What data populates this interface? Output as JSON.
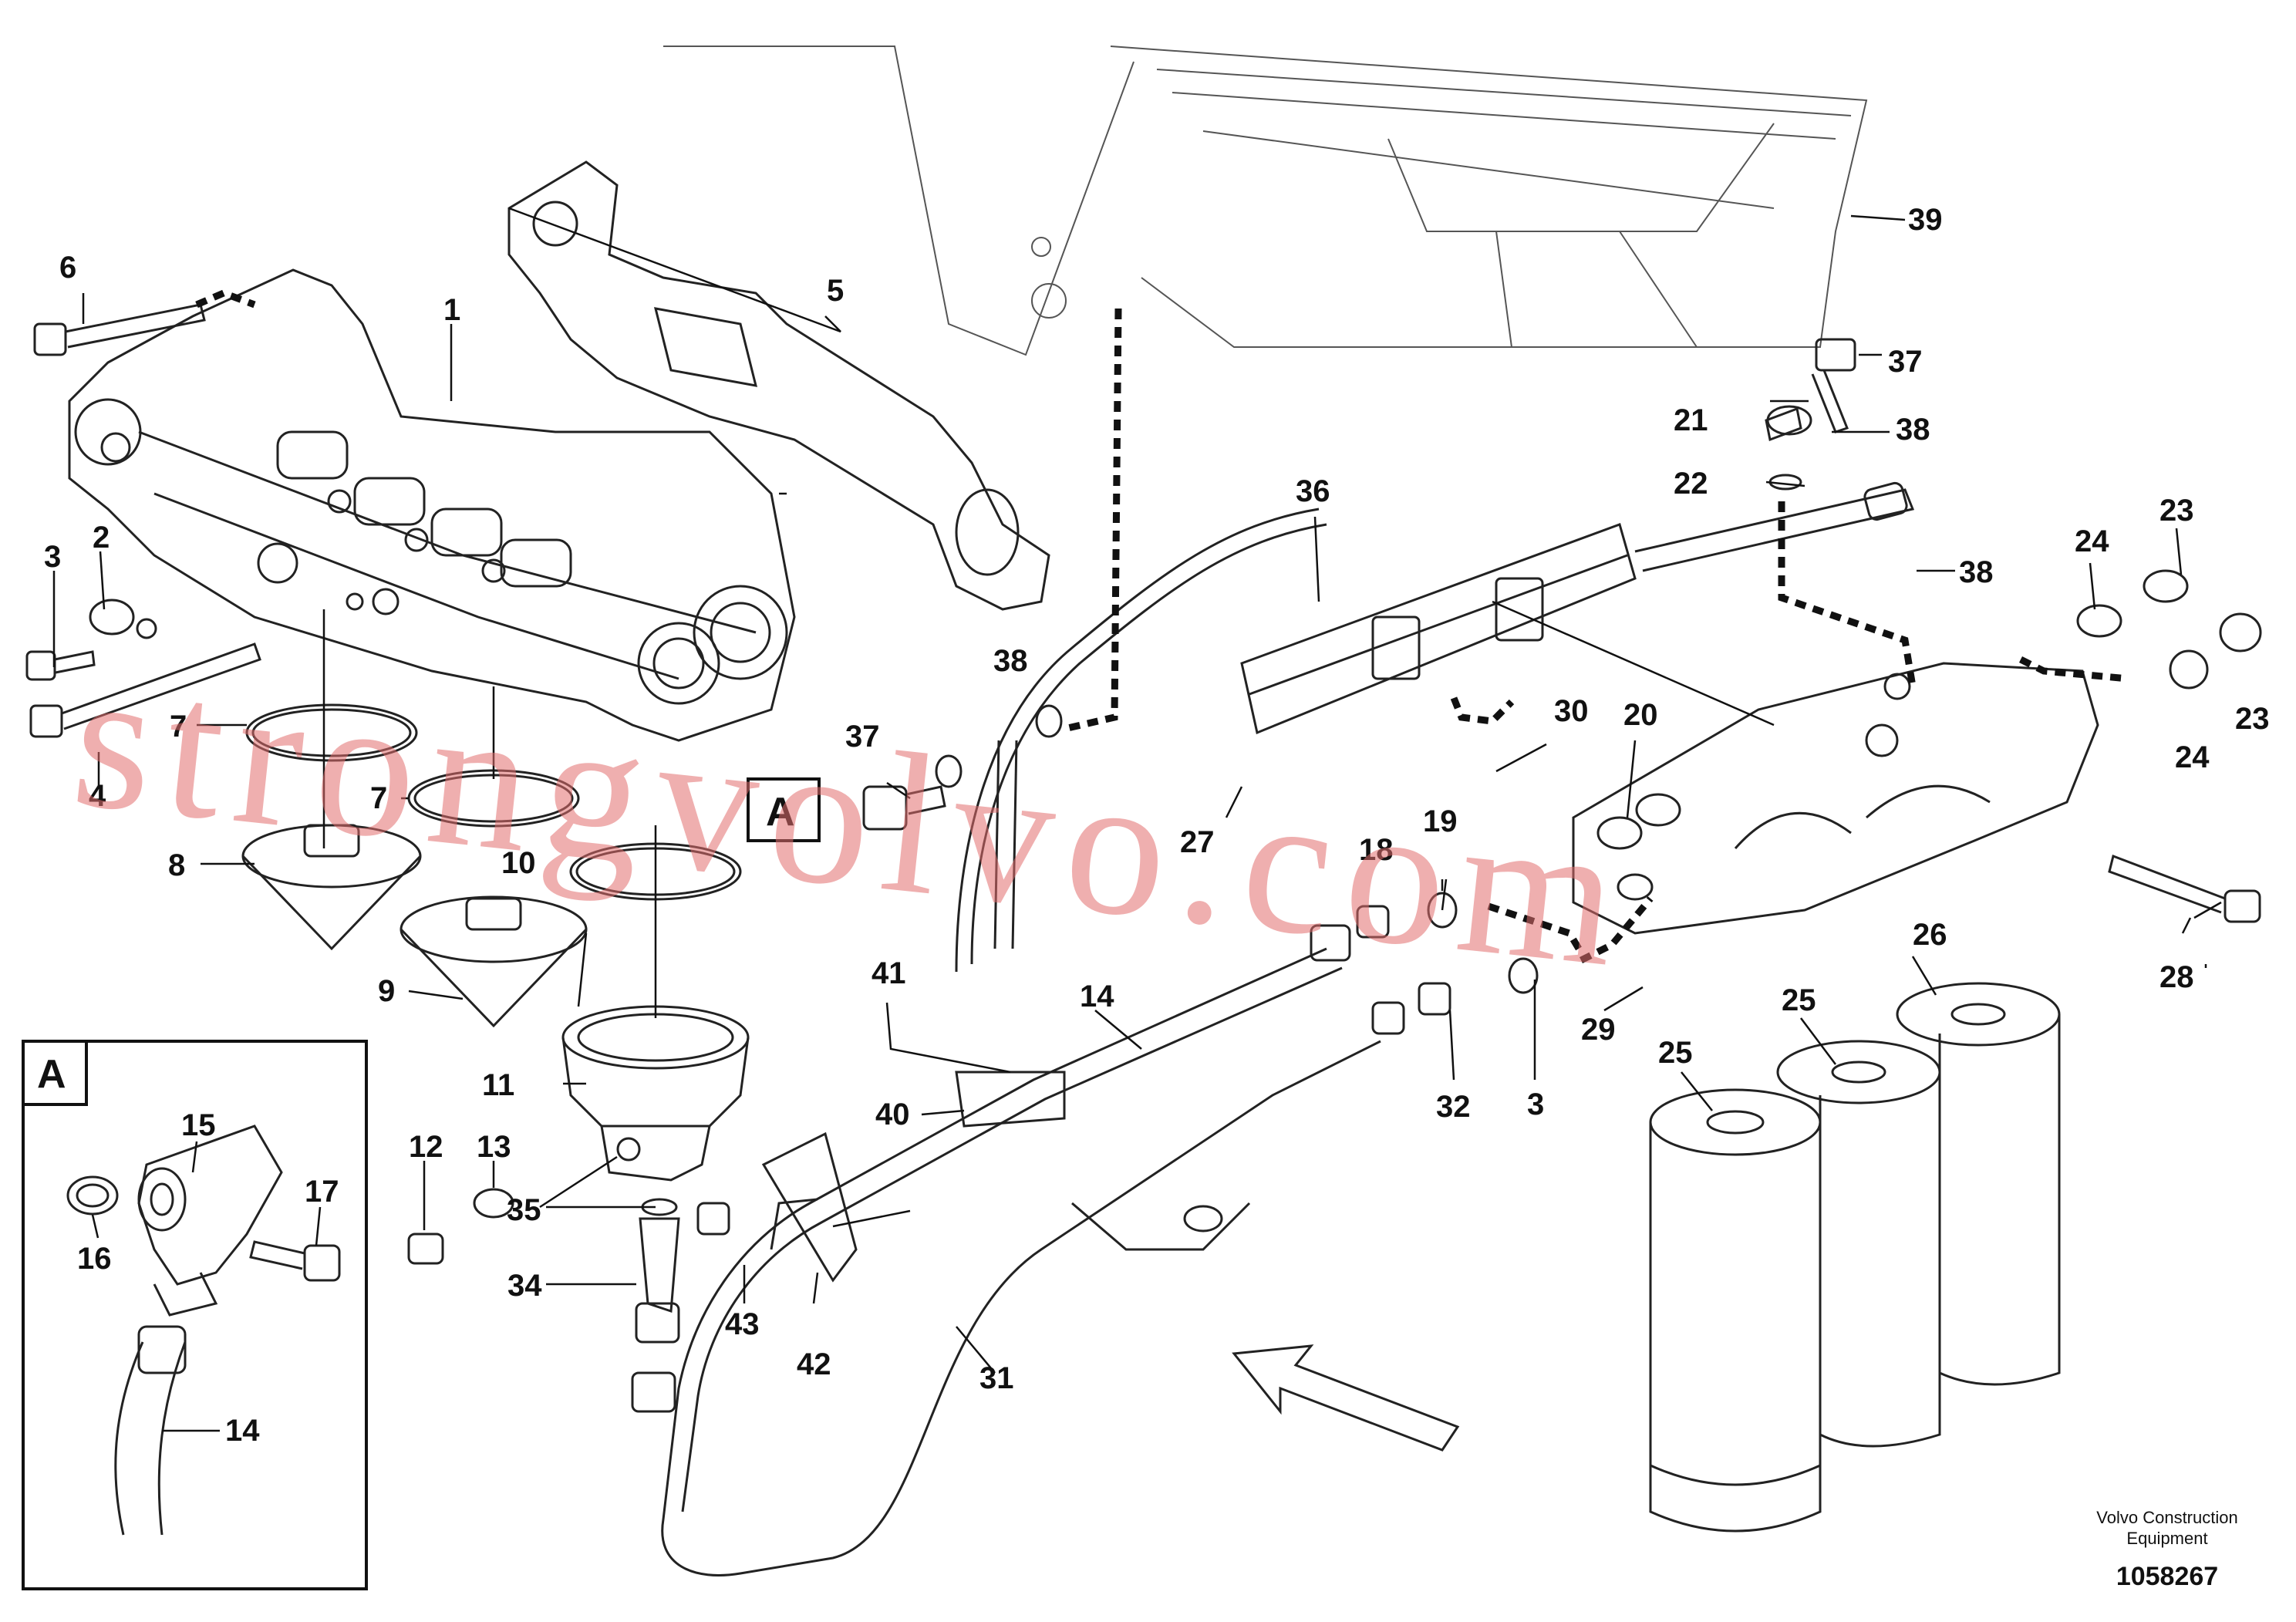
{
  "diagram": {
    "callouts": [
      "6",
      "1",
      "5",
      "39",
      "37",
      "21",
      "38",
      "22",
      "36",
      "23",
      "24",
      "3",
      "2",
      "38",
      "38",
      "7",
      "7",
      "8",
      "10",
      "9",
      "4",
      "37",
      "30",
      "20",
      "27",
      "19",
      "18",
      "23",
      "24",
      "28",
      "26",
      "25",
      "25",
      "29",
      "32",
      "3",
      "41",
      "14",
      "40",
      "11",
      "12",
      "13",
      "35",
      "34",
      "43",
      "42",
      "31",
      "15",
      "17",
      "16",
      "14"
    ],
    "view_marker": "A",
    "detail_title": "A",
    "watermark": "strongvolvo.com",
    "brand_line1": "Volvo Construction",
    "brand_line2": "Equipment",
    "drawing_number": "1058267"
  }
}
